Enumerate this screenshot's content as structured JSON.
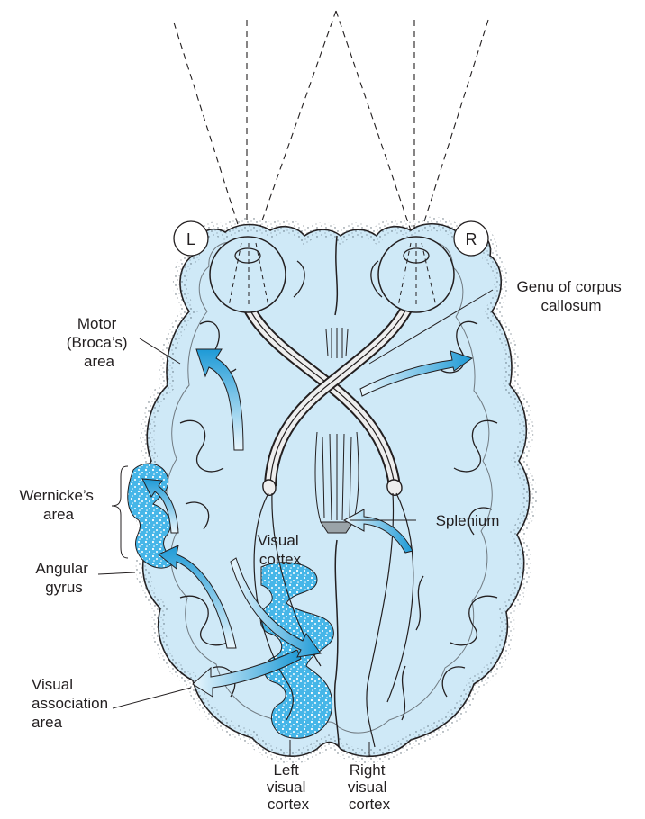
{
  "eye_labels": {
    "left": "L",
    "right": "R"
  },
  "labels": {
    "genu": [
      "Genu of corpus",
      "callosum"
    ],
    "motor": [
      "Motor",
      "(Broca’s)",
      "area"
    ],
    "wernicke": [
      "Wernicke’s",
      "area"
    ],
    "angular": [
      "Angular",
      "gyrus"
    ],
    "visual_assoc": [
      "Visual",
      "association",
      "area"
    ],
    "splenium": [
      "Splenium"
    ],
    "visual_cortex": [
      "Visual",
      "cortex"
    ],
    "left_cortex": [
      "Left",
      "visual",
      "cortex"
    ],
    "right_cortex": [
      "Right",
      "visual",
      "cortex"
    ]
  },
  "colors": {
    "brain_fill": "#cfe9f7",
    "cortex_blue": "#46b6e8",
    "arrow_blue": "#36a9e1",
    "outline": "#231f20",
    "tract_fill": "#eeeeee"
  }
}
